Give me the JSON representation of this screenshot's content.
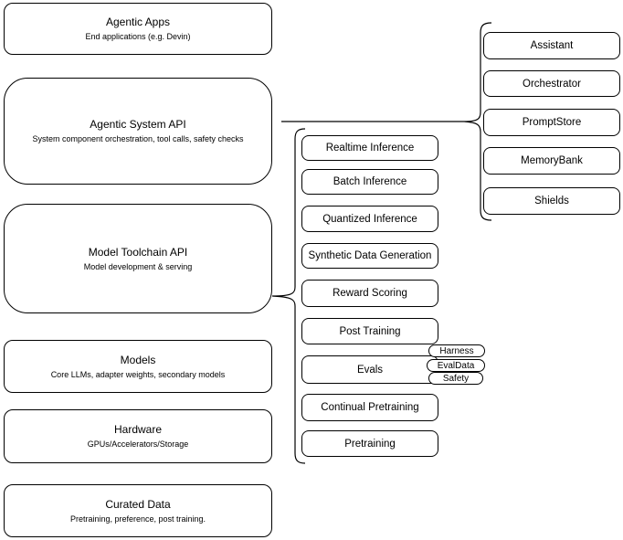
{
  "diagram": {
    "left_column": {
      "boxes": [
        {
          "title": "Agentic Apps",
          "subtitle": "End applications (e.g. Devin)"
        },
        {
          "title": "Agentic System API",
          "subtitle": "System component orchestration, tool calls, safety checks"
        },
        {
          "title": "Model Toolchain API",
          "subtitle": "Model development & serving"
        },
        {
          "title": "Models",
          "subtitle": "Core LLMs, adapter weights, secondary models"
        },
        {
          "title": "Hardware",
          "subtitle": "GPUs/Accelerators/Storage"
        },
        {
          "title": "Curated Data",
          "subtitle": "Pretraining, preference, post training."
        }
      ]
    },
    "toolchain_column": {
      "items": [
        {
          "label": "Realtime Inference"
        },
        {
          "label": "Batch Inference"
        },
        {
          "label": "Quantized Inference"
        },
        {
          "label": "Synthetic Data Generation"
        },
        {
          "label": "Reward Scoring"
        },
        {
          "label": "Post Training"
        },
        {
          "label": "Evals"
        },
        {
          "label": "Continual Pretraining"
        },
        {
          "label": "Pretraining"
        }
      ]
    },
    "system_column": {
      "items": [
        {
          "label": "Assistant"
        },
        {
          "label": "Orchestrator"
        },
        {
          "label": "PromptStore"
        },
        {
          "label": "MemoryBank"
        },
        {
          "label": "Shields"
        }
      ]
    },
    "eval_tags": [
      {
        "label": "Harness"
      },
      {
        "label": "EvalData"
      },
      {
        "label": "Safety"
      }
    ],
    "colors": {
      "stroke": "#000000",
      "fill": "#ffffff",
      "text": "#000000"
    }
  }
}
